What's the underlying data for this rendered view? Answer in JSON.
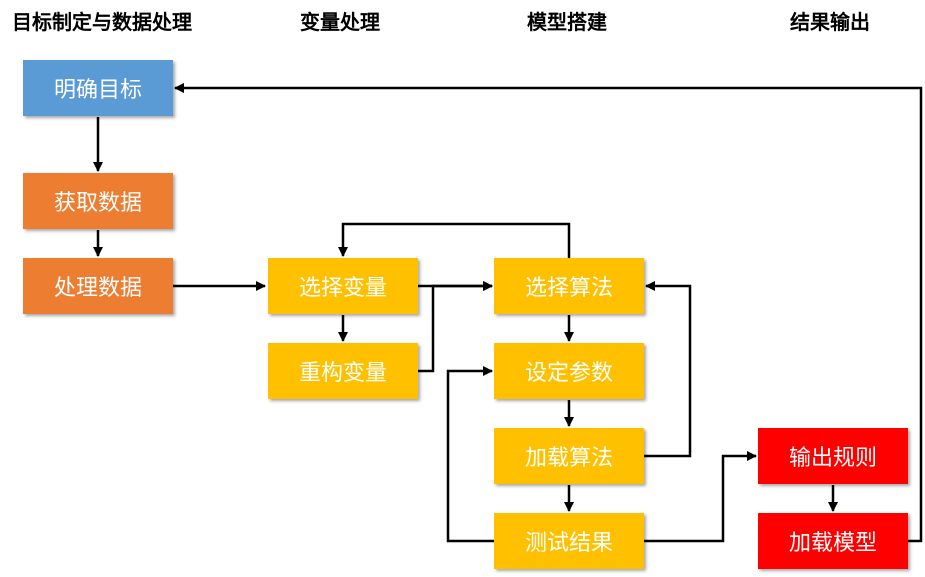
{
  "columns": {
    "col1": "目标制定与数据处理",
    "col2": "变量处理",
    "col3": "模型搭建",
    "col4": "结果输出"
  },
  "nodes": {
    "clarify_goal": "明确目标",
    "get_data": "获取数据",
    "process_data": "处理数据",
    "select_vars": "选择变量",
    "rebuild_vars": "重构变量",
    "select_algo": "选择算法",
    "set_params": "设定参数",
    "load_algo": "加载算法",
    "test_results": "测试结果",
    "output_rules": "输出规则",
    "load_model": "加载模型"
  },
  "colors": {
    "blue": "#5B9BD5",
    "orange": "#ED7D31",
    "yellow": "#FFC000",
    "red": "#FF0000",
    "arrow": "#000000"
  }
}
